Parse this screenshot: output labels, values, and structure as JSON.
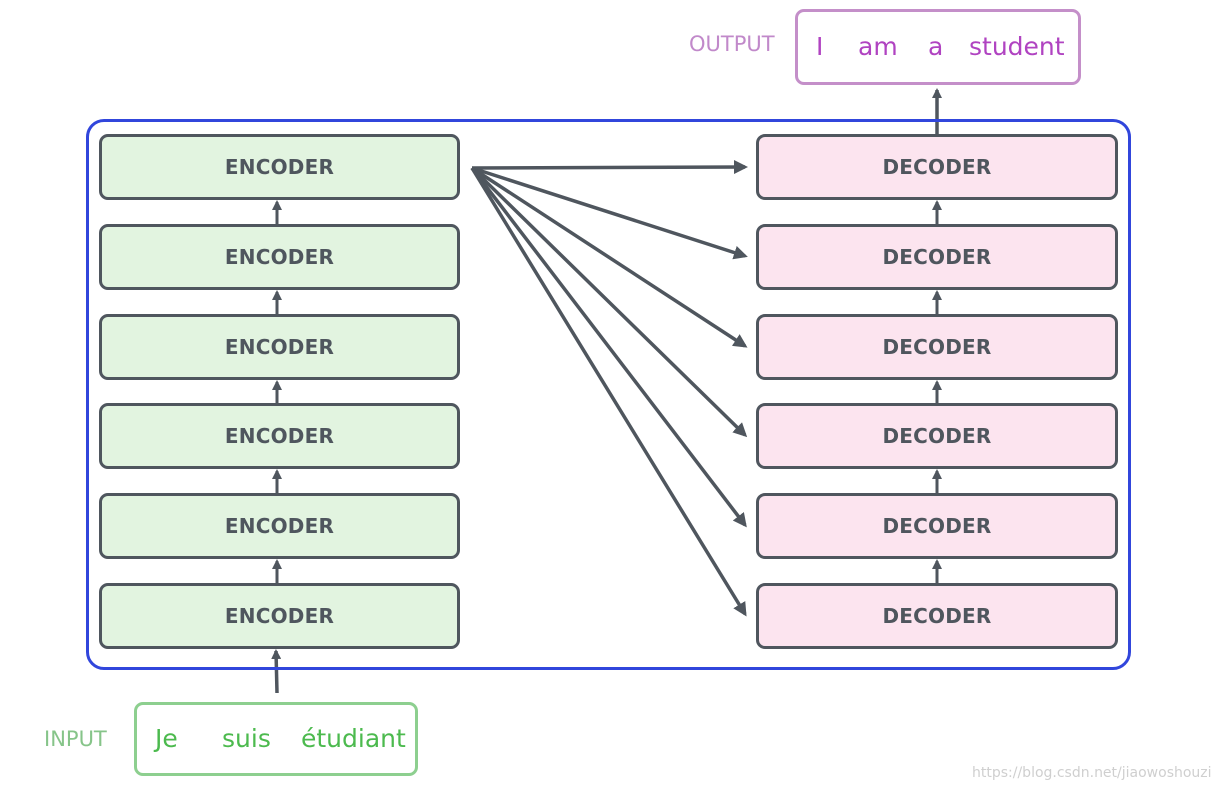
{
  "colors": {
    "encoder_fill": "#e2f4e0",
    "decoder_fill": "#fce4ef",
    "block_stroke": "#4f565e",
    "outer_stroke": "#3146dc",
    "input_color": "#4cba4e",
    "input_label_color": "#86c489",
    "output_color": "#b043c1",
    "output_label_color": "#c189ca",
    "arrow_color": "#4f565e"
  },
  "encoders": [
    "ENCODER",
    "ENCODER",
    "ENCODER",
    "ENCODER",
    "ENCODER",
    "ENCODER"
  ],
  "decoders": [
    "DECODER",
    "DECODER",
    "DECODER",
    "DECODER",
    "DECODER",
    "DECODER"
  ],
  "input": {
    "label": "INPUT",
    "words": [
      "Je",
      "suis",
      "étudiant"
    ]
  },
  "output": {
    "label": "OUTPUT",
    "words": [
      "I",
      "am",
      "a",
      "student"
    ]
  },
  "watermark": "https://blog.csdn.net/jiaowoshouzi"
}
